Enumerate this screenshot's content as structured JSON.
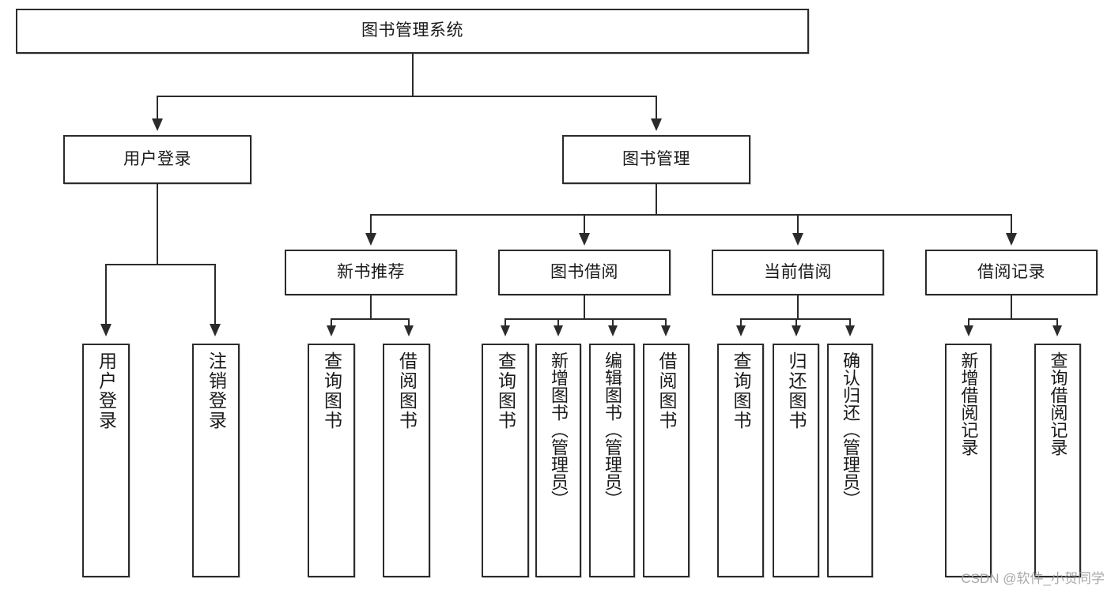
{
  "diagram": {
    "type": "tree-hierarchy",
    "title": "图书管理系统",
    "orientation": "top-down",
    "watermark": "CSDN @软件_小贺同学",
    "colors": {
      "stroke": "#2b2b2b",
      "fill": "#ffffff",
      "text": "#1a1a1a",
      "watermark": "#9a9a9a"
    }
  },
  "nodes": {
    "root": {
      "label": "图书管理系统"
    },
    "level1": [
      {
        "id": "user-login",
        "label": "用户登录"
      },
      {
        "id": "book-management",
        "label": "图书管理"
      }
    ],
    "level2": [
      {
        "id": "new-book-recommend",
        "label": "新书推荐"
      },
      {
        "id": "book-borrow",
        "label": "图书借阅"
      },
      {
        "id": "current-borrow",
        "label": "当前借阅"
      },
      {
        "id": "borrow-record",
        "label": "借阅记录"
      }
    ],
    "leaves": {
      "user-login": [
        {
          "id": "leaf-user-login",
          "label": "用户登录"
        },
        {
          "id": "leaf-user-logout",
          "label": "注销登录"
        }
      ],
      "new-book-recommend": [
        {
          "id": "leaf-query-book-1",
          "label": "查询图书"
        },
        {
          "id": "leaf-borrow-book-1",
          "label": "借阅图书"
        }
      ],
      "book-borrow": [
        {
          "id": "leaf-query-book-2",
          "label": "查询图书"
        },
        {
          "id": "leaf-add-book",
          "label": "新增图书（管理员）"
        },
        {
          "id": "leaf-edit-book",
          "label": "编辑图书（管理员）"
        },
        {
          "id": "leaf-borrow-book-2",
          "label": "借阅图书"
        }
      ],
      "current-borrow": [
        {
          "id": "leaf-query-book-3",
          "label": "查询图书"
        },
        {
          "id": "leaf-return-book",
          "label": "归还图书"
        },
        {
          "id": "leaf-confirm-return",
          "label": "确认归还（管理员）"
        }
      ],
      "borrow-record": [
        {
          "id": "leaf-add-record",
          "label": "新增借阅记录"
        },
        {
          "id": "leaf-query-record",
          "label": "查询借阅记录"
        }
      ]
    }
  }
}
